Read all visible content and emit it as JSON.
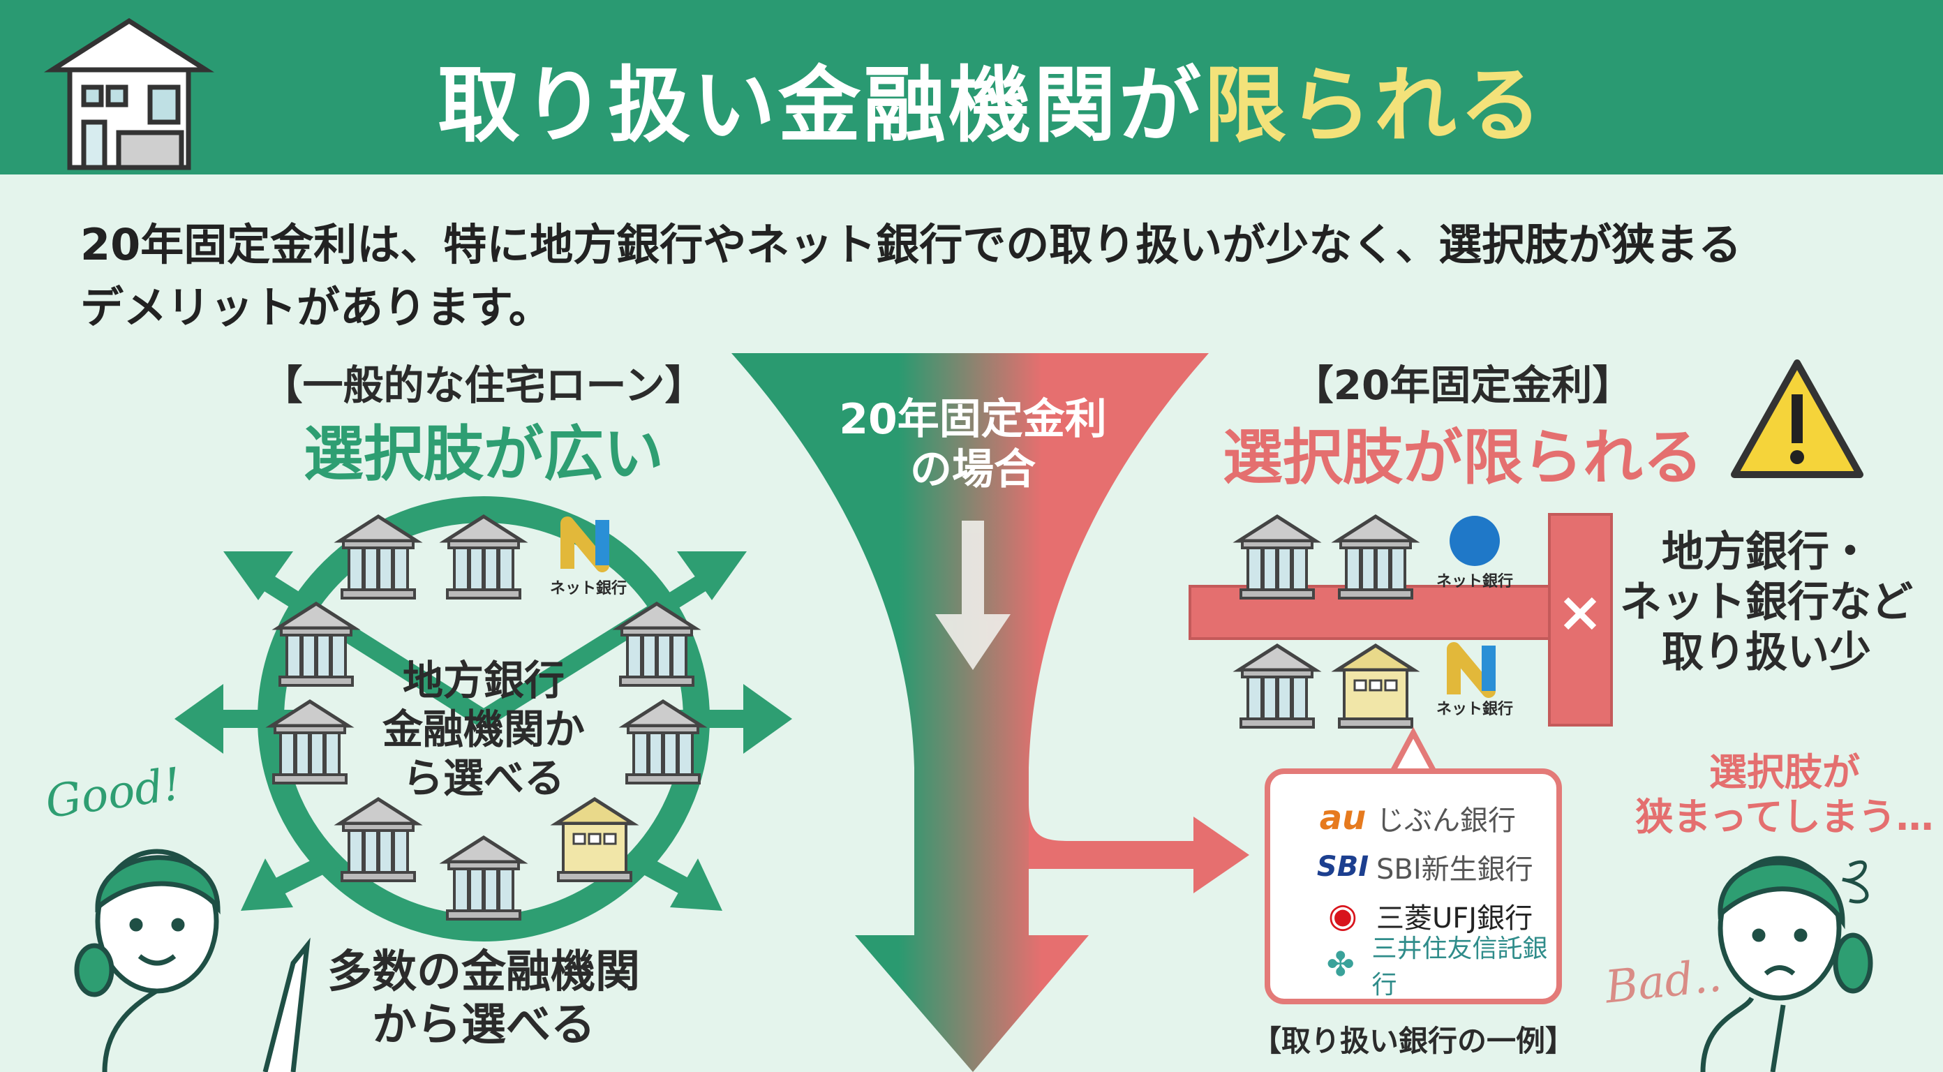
{
  "header": {
    "title_main": "取り扱い金融機関が",
    "title_highlight": "限られる",
    "icon": "house-icon"
  },
  "intro": {
    "line1": "20年固定金利は、特に地方銀行やネット銀行での取り扱いが少なく、選択肢が狭まる",
    "line2": "デメリットがあります。"
  },
  "left": {
    "subheading": "【一般的な住宅ローン】",
    "heading": "選択肢が広い",
    "center_text": [
      "地方銀行",
      "金融機関か",
      "ら選べる"
    ],
    "net_bank_label": "ネット銀行",
    "bottom_text": [
      "多数の金融機関",
      "から選べる"
    ],
    "exclaim": "Good!"
  },
  "funnel": {
    "text": [
      "20年固定金利",
      "の場合"
    ]
  },
  "right": {
    "subheading": "【20年固定金利】",
    "heading": "選択肢が限られる",
    "net_bank_label": "ネット銀行",
    "side_text": [
      "地方銀行・",
      "ネット銀行など",
      "取り扱い少"
    ],
    "banks": [
      {
        "logo": "au",
        "name": "じぶん銀行"
      },
      {
        "logo": "SBI",
        "name": "SBI新生銀行"
      },
      {
        "logo": "◉",
        "name": "三菱UFJ銀行"
      },
      {
        "logo": "✤",
        "name": "三井住友信託銀行"
      }
    ],
    "banks_caption": "【取り扱い銀行の一例】",
    "worry_text": [
      "選択肢が",
      "狭まってしまう…"
    ],
    "exclaim": "Bad.."
  },
  "colors": {
    "green": "#2e9e72",
    "red": "#e46f6f",
    "bg": "#e4f4ec",
    "yellow": "#f3e27a"
  }
}
